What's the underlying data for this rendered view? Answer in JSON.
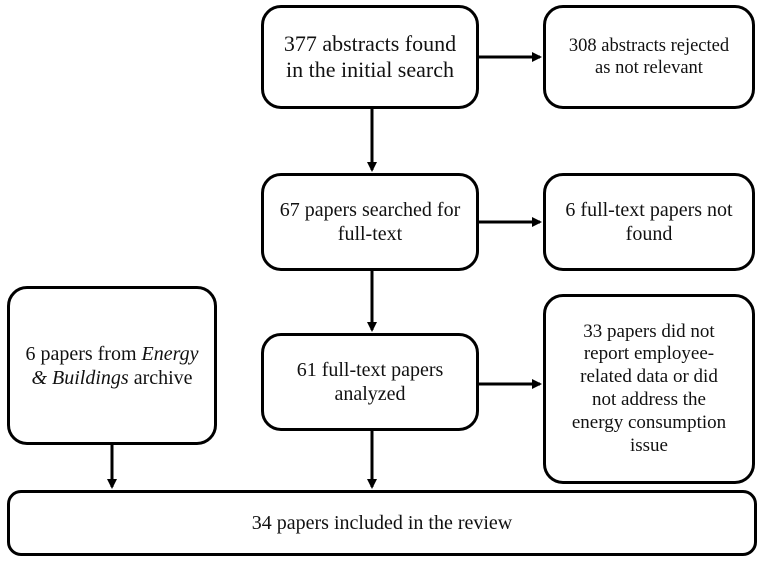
{
  "flowchart": {
    "boxes": {
      "initial_search": {
        "line1": "377 abstracts found",
        "line2": "in the initial search"
      },
      "rejected": {
        "line1": "308 abstracts rejected",
        "line2": "as not relevant"
      },
      "full_text_search": {
        "line1": "67 papers searched for",
        "line2": "full-text"
      },
      "not_found": {
        "line1": "6 full-text papers not",
        "line2": "found"
      },
      "archive": {
        "pre": "6 papers from ",
        "journal1": "Energy",
        "amp": "&",
        "journal2": "Buildings",
        "post": " archive"
      },
      "analyzed": {
        "line1": "61 full-text papers",
        "line2": "analyzed"
      },
      "excluded": {
        "line1": "33 papers did not",
        "line2": "report employee-",
        "line3": "related data or did",
        "line4": "not address the",
        "line5": "energy consumption",
        "line6": "issue"
      },
      "included": {
        "text": "34 papers included in the review"
      }
    }
  }
}
